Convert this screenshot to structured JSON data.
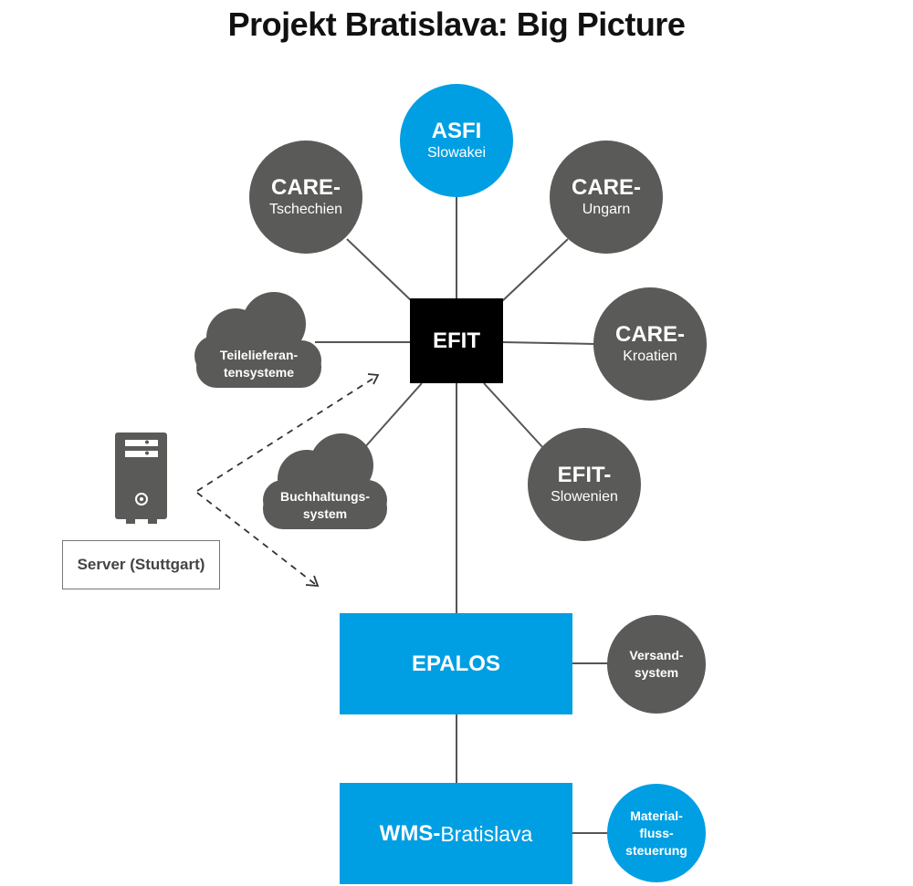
{
  "title": "Projekt Bratislava: Big Picture",
  "colors": {
    "dark_grey": "#5a5a58",
    "blue": "#009fe3",
    "black": "#000000",
    "line": "#555555"
  },
  "hub": {
    "label": "EFIT"
  },
  "nodes": {
    "asfi": {
      "title": "ASFI",
      "subtitle": "Slowakei"
    },
    "care_cz": {
      "title": "CARE-",
      "subtitle": "Tschechien"
    },
    "care_hu": {
      "title": "CARE-",
      "subtitle": "Ungarn"
    },
    "care_hr": {
      "title": "CARE-",
      "subtitle": "Kroatien"
    },
    "efit_si": {
      "title": "EFIT-",
      "subtitle": "Slowenien"
    }
  },
  "clouds": {
    "teile": {
      "line1": "Teilelieferan-",
      "line2": "tensysteme"
    },
    "buch": {
      "line1": "Buchhaltungs-",
      "line2": "system"
    }
  },
  "server": {
    "label": "Server (Stuttgart)",
    "icon": "server-tower-icon"
  },
  "epalos": {
    "label": "EPALOS"
  },
  "wms": {
    "bold": "WMS-",
    "regular": "Bratislava"
  },
  "versand": {
    "line1": "Versand-",
    "line2": "system"
  },
  "material": {
    "line1": "Material-",
    "line2": "fluss-",
    "line3": "steuerung"
  }
}
